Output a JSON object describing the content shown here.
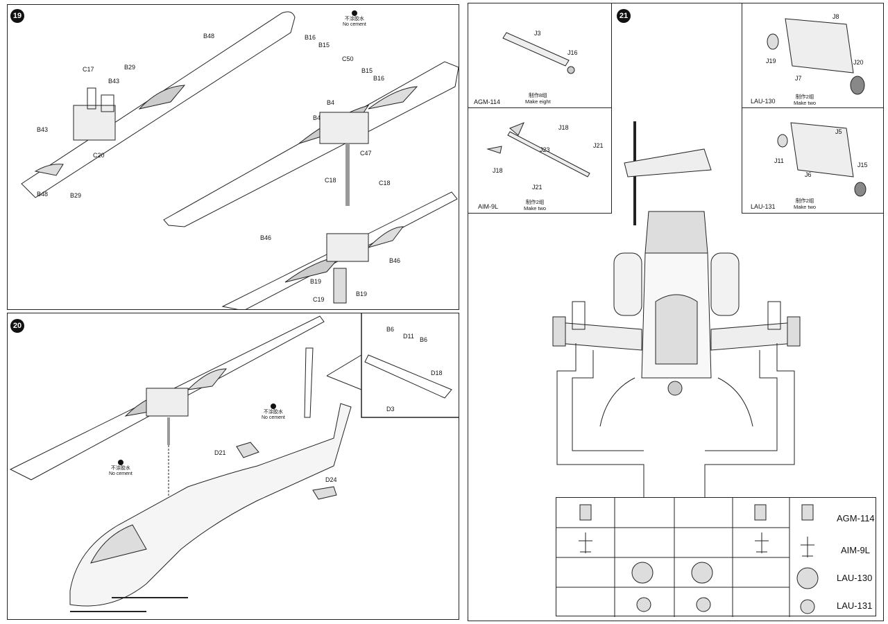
{
  "steps": {
    "s19": {
      "num": "19"
    },
    "s20": {
      "num": "20"
    },
    "s21": {
      "num": "21"
    }
  },
  "no_cement": {
    "cn": "不涂胶水",
    "en": "No cement"
  },
  "parts19": [
    "B48",
    "B29",
    "C17",
    "B43",
    "B43",
    "C20",
    "B48",
    "B29",
    "B16",
    "B15",
    "C50",
    "B15",
    "B16",
    "B4",
    "B4",
    "C47",
    "C18",
    "C18",
    "B46",
    "B46",
    "B19",
    "B19",
    "C19"
  ],
  "parts20": [
    "B6",
    "D11",
    "B6",
    "D18",
    "D3",
    "D21",
    "D24"
  ],
  "weapons": [
    {
      "name": "AGM-114",
      "parts": [
        "J3",
        "J16"
      ],
      "cn": "制作8组",
      "en": "Make eight"
    },
    {
      "name": "AIM-9L",
      "parts": [
        "J18",
        "J23",
        "J21",
        "J18",
        "J21"
      ],
      "cn": "制作2组",
      "en": "Make two"
    },
    {
      "name": "LAU-130",
      "parts": [
        "J8",
        "J19",
        "J7",
        "J20"
      ],
      "cn": "制作2组",
      "en": "Make two"
    },
    {
      "name": "LAU-131",
      "parts": [
        "J5",
        "J11",
        "J6",
        "J15"
      ],
      "cn": "制作2组",
      "en": "Make two"
    }
  ],
  "legend": [
    "AGM-114",
    "AIM-9L",
    "LAU-130",
    "LAU-131"
  ]
}
